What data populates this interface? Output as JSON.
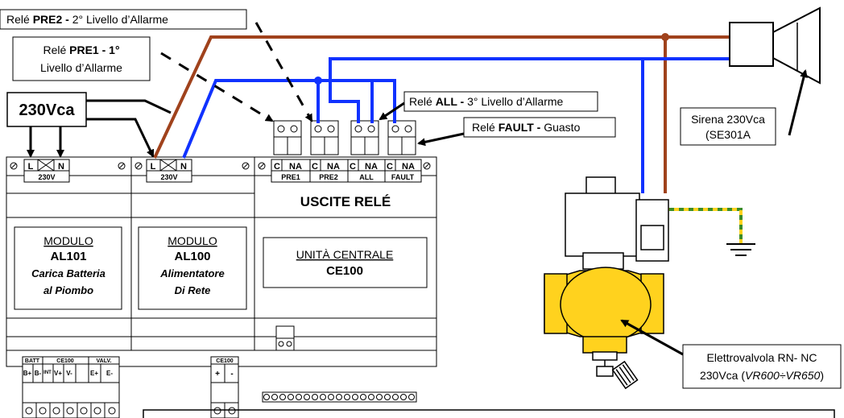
{
  "callouts": {
    "pre2": {
      "a": "Relé ",
      "b": "PRE2",
      "c": " - ",
      "d": "2° Livello d’Allarme"
    },
    "pre1": {
      "a": "Relé ",
      "b": "PRE1 - 1°",
      "c": "Livello d’Allarme"
    },
    "all": {
      "a": "Relé ",
      "b": "ALL",
      "c": " - ",
      "d": "3° Livello d’Allarme"
    },
    "fault": {
      "a": "Relé ",
      "b": "FAULT",
      "c": " - ",
      "d": "Guasto"
    },
    "supply": "230Vca",
    "siren": {
      "l1": "Sirena 230Vca",
      "l2": "(SE301A"
    },
    "valve": {
      "l1": "Elettrovalvola RN- NC",
      "l2a": "230Vca (",
      "l2b": "VR600÷VR650",
      "l2c": ")"
    }
  },
  "modules": {
    "al101": {
      "l1": "MODULO",
      "l2": "AL101",
      "l3": "Carica Batteria",
      "l4": "al Piombo",
      "t_l": "L",
      "t_n": "N",
      "v": "230V"
    },
    "al100": {
      "l1": "MODULO",
      "l2": "AL100",
      "l3": "Alimentatore",
      "l4": "Di Rete",
      "t_l": "L",
      "t_n": "N",
      "v": "230V"
    },
    "ce100": {
      "l1": "UNITÀ CENTRALE",
      "l2": "CE100",
      "header": "USCITE RELÉ"
    }
  },
  "relays": [
    {
      "c": "C",
      "na": "NA",
      "name": "PRE1"
    },
    {
      "c": "C",
      "na": "NA",
      "name": "PRE2"
    },
    {
      "c": "C",
      "na": "NA",
      "name": "ALL"
    },
    {
      "c": "C",
      "na": "NA",
      "name": "FAULT"
    }
  ],
  "bottom": {
    "groups": [
      "BATT",
      "CE100",
      "VALV."
    ],
    "pins": [
      "B+",
      "B-",
      "INT",
      "V+",
      "V-",
      "E+",
      "E-"
    ],
    "ce100_label": "CE100",
    "plus": "+",
    "minus": "-"
  },
  "colors": {
    "brown": "#A0421C",
    "blue": "#1032FF",
    "yellow": "#FFD21E",
    "ground_green": "#3C8C28"
  }
}
